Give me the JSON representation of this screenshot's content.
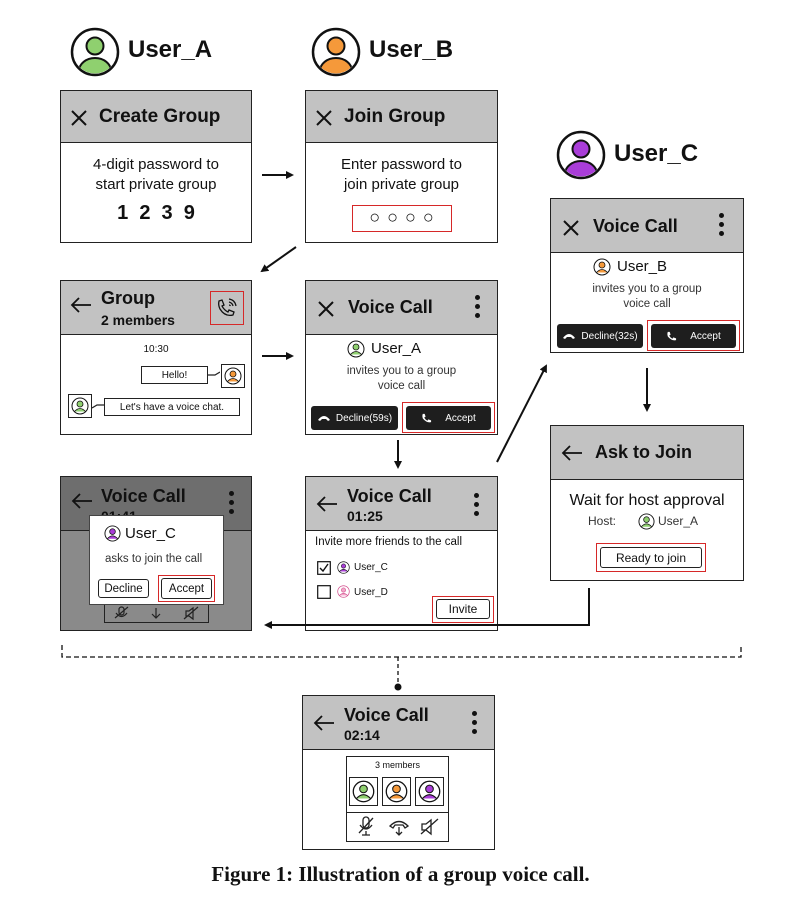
{
  "users": {
    "user_a": {
      "name": "User_A",
      "color": "#8fd06f"
    },
    "user_b": {
      "name": "User_B",
      "color": "#f5993a"
    },
    "user_c": {
      "name": "User_C",
      "color": "#a93dd8"
    },
    "user_d_color": "#f2a5c8"
  },
  "create_group": {
    "title": "Create Group",
    "line1": "4-digit password to",
    "line2": "start private group",
    "digits": "1  2  3  9"
  },
  "join_group": {
    "title": "Join Group",
    "line1": "Enter password to",
    "line2": "join private group",
    "circles": "○ ○ ○ ○"
  },
  "voice_call_c": {
    "title": "Voice Call",
    "caller": "User_B",
    "line1": "invites you to a group",
    "line2": "voice call",
    "decline": "Decline(32s)",
    "accept": "Accept"
  },
  "group_chat": {
    "title": "Group",
    "subtitle": "2 members",
    "time": "10:30",
    "msg1": "Hello!",
    "msg2": "Let's have a voice chat."
  },
  "voice_call_b": {
    "title": "Voice Call",
    "caller": "User_A",
    "line1": "invites you to a group",
    "line2": "voice call",
    "decline": "Decline(59s)",
    "accept": "Accept"
  },
  "ask_join": {
    "title": "Ask to Join",
    "line1": "Wait for host approval",
    "host_label": "Host:",
    "host": "User_A",
    "button": "Ready to join"
  },
  "host_dialog": {
    "title": "Voice Call",
    "timer": "01:41",
    "requester": "User_C",
    "message": "asks to join the call",
    "decline": "Decline",
    "accept": "Accept"
  },
  "invite_screen": {
    "title": "Voice Call",
    "timer": "01:25",
    "prompt": "Invite more friends to the call",
    "friend1": "User_C",
    "friend2": "User_D",
    "button": "Invite"
  },
  "final_call": {
    "title": "Voice Call",
    "timer": "02:14",
    "members": "3 members"
  },
  "caption": "Figure 1: Illustration of a group voice call.",
  "icons": [
    "close-icon",
    "back-arrow-icon",
    "kebab-menu-icon",
    "voice-call-icon",
    "phone-icon",
    "hang-up-icon",
    "mute-mic-icon",
    "speaker-mute-icon",
    "user-avatar-icon",
    "checkbox-icon"
  ]
}
